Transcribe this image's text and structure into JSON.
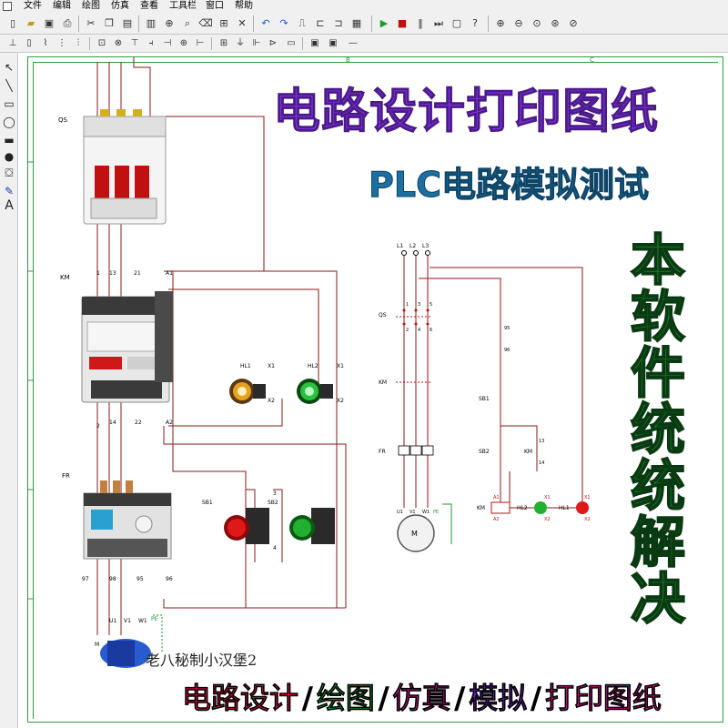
{
  "menubar": {
    "items": [
      "文件",
      "编辑",
      "绘图",
      "仿真",
      "查看",
      "工具栏",
      "窗口",
      "帮助"
    ]
  },
  "toolbar1": {
    "icons": [
      "new-file-icon",
      "open-file-icon",
      "save-icon",
      "print-icon",
      "cut-icon",
      "copy-icon",
      "paste-icon",
      "print-preview-icon",
      "zoom-icon",
      "find-icon",
      "delete-icon",
      "grid-icon",
      "undo-icon",
      "redo-icon",
      "connect-icon",
      "run-icon",
      "stop-icon",
      "pause-icon",
      "step-icon",
      "window-icon",
      "help-icon",
      "zoom-in-icon",
      "zoom-out-icon",
      "zoom-fit-icon",
      "zoom-area-icon"
    ]
  },
  "toolbar2": {
    "icons": [
      "fuse-icon",
      "resistor-icon",
      "switch-icon",
      "contact-icon",
      "coil-icon",
      "lamp-icon",
      "button-icon",
      "relay-icon",
      "timer-icon",
      "motor-icon",
      "transformer-icon",
      "terminal-icon",
      "ground-icon",
      "capacitor-icon",
      "diode-icon",
      "plc-icon",
      "meter-icon",
      "block-icon",
      "text-icon",
      "line-icon"
    ]
  },
  "lefttools": {
    "icons": [
      "pointer-icon",
      "line-tool-icon",
      "rectangle-tool-icon",
      "ellipse-tool-icon",
      "filled-rect-icon",
      "filled-ellipse-icon",
      "fill-icon",
      "pen-icon",
      "text-tool-icon"
    ],
    "text_tool_glyph": "A"
  },
  "frame": {
    "col_b": "B",
    "col_c": "C"
  },
  "titles": {
    "main": "电路设计打印图纸",
    "sub": "PLC电路模拟测试",
    "vertical": [
      "本",
      "软",
      "件",
      "统",
      "统",
      "解",
      "决"
    ]
  },
  "watermark": "老八秘制小汉堡2",
  "bottom_banner": {
    "seg1": "电路设计",
    "seg2": "绘图",
    "seg3": "仿真",
    "seg4": "模拟",
    "seg5": "打印图纸",
    "sep": "/"
  },
  "left_circuit": {
    "labels": {
      "qs": "QS",
      "km": "KM",
      "fr": "FR",
      "m": "M",
      "hl1": "HL1",
      "hl2": "HL2",
      "sb1": "SB1",
      "sb2": "SB2",
      "a1": "A1",
      "a2": "A2",
      "x1": "X1",
      "x2": "X2",
      "u1": "U1",
      "v1": "V1",
      "w1": "W1",
      "pe": "PE",
      "t1": "1",
      "t2": "2",
      "t13": "13",
      "t14": "14",
      "t21": "21",
      "t22": "22",
      "t95": "95",
      "t96": "96",
      "t97": "97",
      "t98": "98",
      "t3": "3",
      "t4": "4"
    }
  },
  "right_circuit": {
    "labels": {
      "l1": "L1",
      "l2": "L2",
      "l3": "L3",
      "qs": "QS",
      "km": "KM",
      "fr": "FR",
      "sb1": "SB1",
      "sb2": "SB2",
      "km_coil": "KM",
      "hl1": "HL1",
      "hl2": "HL2",
      "a1": "A1",
      "a2": "A2",
      "x1": "X1",
      "x2": "X2",
      "u1": "U1",
      "v1": "V1",
      "w1": "W1",
      "pe": "PE",
      "m": "M",
      "t1": "1",
      "t2": "2",
      "t3": "3",
      "t4": "4",
      "t5": "5",
      "t6": "6",
      "t95": "95",
      "t96": "96",
      "t13": "13",
      "t14": "14"
    }
  },
  "colors": {
    "title_main": "#7b2fd0",
    "title_sub": "#1c6fa0",
    "vertical": "#1b8a2e",
    "wire": "#8b1a1a",
    "frame": "#2e9e3e",
    "banner_red": "#e0103c",
    "banner_green": "#1a9a2e",
    "banner_pink": "#d0108a",
    "banner_purple": "#6a1ab0"
  }
}
